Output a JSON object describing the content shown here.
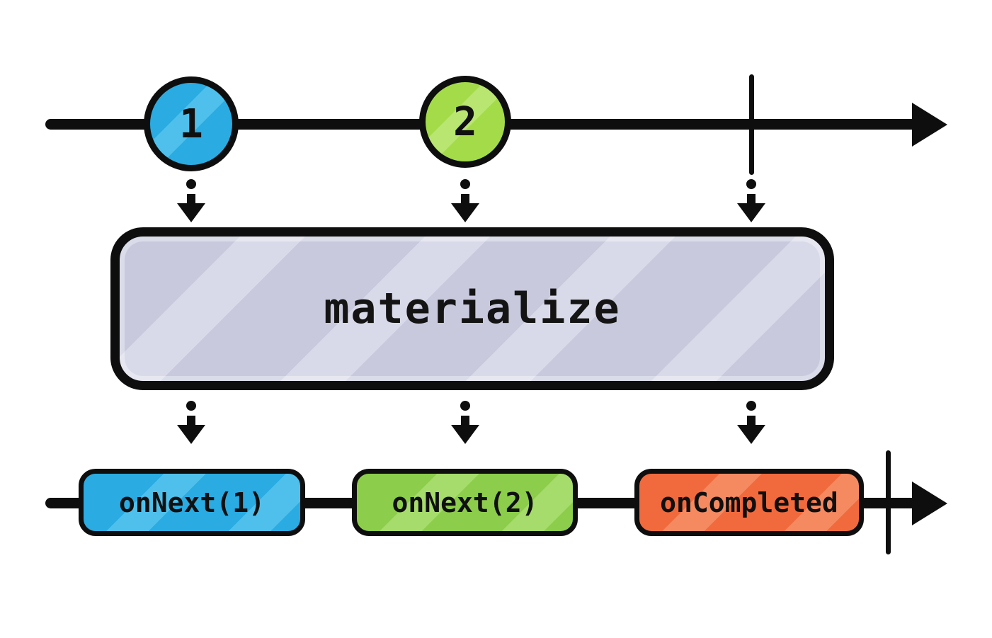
{
  "diagram": {
    "type": "marble-diagram",
    "operator": {
      "label": "materialize"
    },
    "input_timeline": {
      "events": [
        {
          "label": "1",
          "color": "#2aabe2"
        },
        {
          "label": "2",
          "color": "#a4db49"
        }
      ],
      "has_completion_mark": true
    },
    "output_timeline": {
      "events": [
        {
          "label": "onNext(1)",
          "color": "#2aabe2"
        },
        {
          "label": "onNext(2)",
          "color": "#8ccd4b"
        },
        {
          "label": "onCompleted",
          "color": "#f16a3d"
        }
      ],
      "has_completion_mark": true
    },
    "colors": {
      "stroke": "#0e0e0e",
      "operator_fill": "#c8c9dd",
      "operator_stripe": "#d9dae9",
      "background": "#ffffff"
    }
  }
}
